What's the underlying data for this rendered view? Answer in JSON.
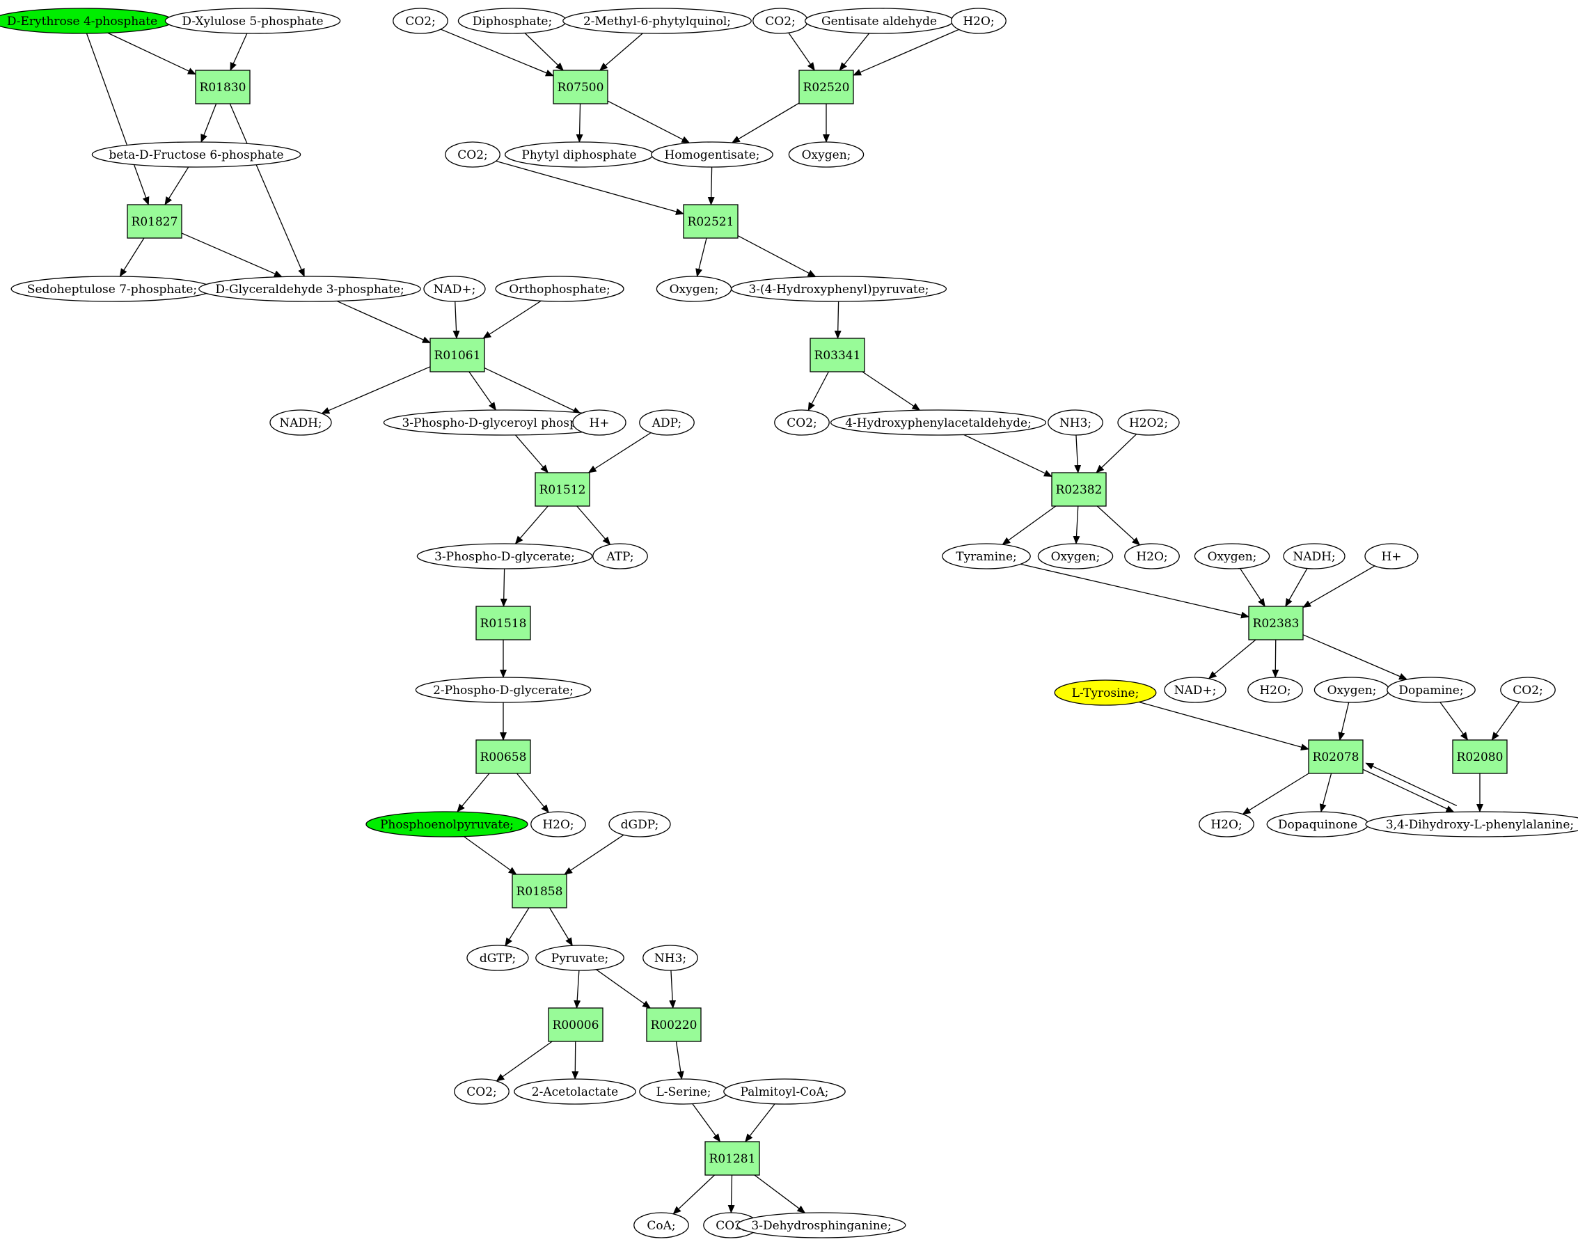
{
  "colors": {
    "reaction_fill": "#98fb98",
    "metabolite_fill": "#ffffff",
    "start_metabolite_fill": "#00ee00",
    "target_metabolite_fill": "#ffff00",
    "stroke": "#000000"
  },
  "reactions": [
    {
      "id": "r01830",
      "label": "R01830"
    },
    {
      "id": "r01827",
      "label": "R01827"
    },
    {
      "id": "r07500",
      "label": "R07500"
    },
    {
      "id": "r02520",
      "label": "R02520"
    },
    {
      "id": "r02521",
      "label": "R02521"
    },
    {
      "id": "r01061",
      "label": "R01061"
    },
    {
      "id": "r03341",
      "label": "R03341"
    },
    {
      "id": "r01512",
      "label": "R01512"
    },
    {
      "id": "r02382",
      "label": "R02382"
    },
    {
      "id": "r01518",
      "label": "R01518"
    },
    {
      "id": "r02383",
      "label": "R02383"
    },
    {
      "id": "r00658",
      "label": "R00658"
    },
    {
      "id": "r02078",
      "label": "R02078"
    },
    {
      "id": "r02080",
      "label": "R02080"
    },
    {
      "id": "r01858",
      "label": "R01858"
    },
    {
      "id": "r00006",
      "label": "R00006"
    },
    {
      "id": "r00220",
      "label": "R00220"
    },
    {
      "id": "r01281",
      "label": "R01281"
    }
  ],
  "metabolites": [
    {
      "id": "m1",
      "label": "D-Erythrose 4-phosphate",
      "role": "start"
    },
    {
      "id": "m2",
      "label": "D-Xylulose 5-phosphate",
      "role": "normal"
    },
    {
      "id": "m3",
      "label": "CO2;",
      "role": "normal"
    },
    {
      "id": "m4",
      "label": "Diphosphate;",
      "role": "normal"
    },
    {
      "id": "m5",
      "label": "2-Methyl-6-phytylquinol;",
      "role": "normal"
    },
    {
      "id": "m6",
      "label": "CO2;",
      "role": "normal"
    },
    {
      "id": "m7",
      "label": "Gentisate aldehyde",
      "role": "normal"
    },
    {
      "id": "m8",
      "label": "H2O;",
      "role": "normal"
    },
    {
      "id": "m9",
      "label": "beta-D-Fructose 6-phosphate",
      "role": "normal"
    },
    {
      "id": "m10",
      "label": "Phytyl diphosphate",
      "role": "normal"
    },
    {
      "id": "m11",
      "label": "Homogentisate;",
      "role": "normal"
    },
    {
      "id": "m12",
      "label": "Oxygen;",
      "role": "normal"
    },
    {
      "id": "m13",
      "label": "CO2;",
      "role": "normal"
    },
    {
      "id": "m14",
      "label": "Sedoheptulose 7-phosphate;",
      "role": "normal"
    },
    {
      "id": "m15",
      "label": "D-Glyceraldehyde 3-phosphate;",
      "role": "normal"
    },
    {
      "id": "m16",
      "label": "NAD+;",
      "role": "normal"
    },
    {
      "id": "m17",
      "label": "Orthophosphate;",
      "role": "normal"
    },
    {
      "id": "m18",
      "label": "Oxygen;",
      "role": "normal"
    },
    {
      "id": "m19",
      "label": "3-(4-Hydroxyphenyl)pyruvate;",
      "role": "normal"
    },
    {
      "id": "m20",
      "label": "NADH;",
      "role": "normal"
    },
    {
      "id": "m21",
      "label": "3-Phospho-D-glyceroyl phosphate;",
      "role": "normal"
    },
    {
      "id": "m22",
      "label": "H+",
      "role": "normal"
    },
    {
      "id": "m23",
      "label": "ADP;",
      "role": "normal"
    },
    {
      "id": "m24",
      "label": "CO2;",
      "role": "normal"
    },
    {
      "id": "m25",
      "label": "4-Hydroxyphenylacetaldehyde;",
      "role": "normal"
    },
    {
      "id": "m26",
      "label": "NH3;",
      "role": "normal"
    },
    {
      "id": "m27",
      "label": "H2O2;",
      "role": "normal"
    },
    {
      "id": "m28",
      "label": "3-Phospho-D-glycerate;",
      "role": "normal"
    },
    {
      "id": "m29",
      "label": "ATP;",
      "role": "normal"
    },
    {
      "id": "m30",
      "label": "Tyramine;",
      "role": "normal"
    },
    {
      "id": "m31",
      "label": "Oxygen;",
      "role": "normal"
    },
    {
      "id": "m32",
      "label": "H2O;",
      "role": "normal"
    },
    {
      "id": "m33",
      "label": "Oxygen;",
      "role": "normal"
    },
    {
      "id": "m34",
      "label": "NADH;",
      "role": "normal"
    },
    {
      "id": "m35",
      "label": "H+",
      "role": "normal"
    },
    {
      "id": "m36",
      "label": "2-Phospho-D-glycerate;",
      "role": "normal"
    },
    {
      "id": "m37",
      "label": "L-Tyrosine;",
      "role": "target"
    },
    {
      "id": "m38",
      "label": "NAD+;",
      "role": "normal"
    },
    {
      "id": "m39",
      "label": "H2O;",
      "role": "normal"
    },
    {
      "id": "m40",
      "label": "Oxygen;",
      "role": "normal"
    },
    {
      "id": "m41",
      "label": "Dopamine;",
      "role": "normal"
    },
    {
      "id": "m42",
      "label": "CO2;",
      "role": "normal"
    },
    {
      "id": "m43",
      "label": "Phosphoenolpyruvate;",
      "role": "start"
    },
    {
      "id": "m44",
      "label": "H2O;",
      "role": "normal"
    },
    {
      "id": "m45",
      "label": "dGDP;",
      "role": "normal"
    },
    {
      "id": "m46",
      "label": "H2O;",
      "role": "normal"
    },
    {
      "id": "m47",
      "label": "Dopaquinone",
      "role": "normal"
    },
    {
      "id": "m48",
      "label": "3,4-Dihydroxy-L-phenylalanine;",
      "role": "normal"
    },
    {
      "id": "m49",
      "label": "dGTP;",
      "role": "normal"
    },
    {
      "id": "m50",
      "label": "Pyruvate;",
      "role": "normal"
    },
    {
      "id": "m51",
      "label": "NH3;",
      "role": "normal"
    },
    {
      "id": "m52",
      "label": "CO2;",
      "role": "normal"
    },
    {
      "id": "m53",
      "label": "2-Acetolactate",
      "role": "normal"
    },
    {
      "id": "m54",
      "label": "L-Serine;",
      "role": "normal"
    },
    {
      "id": "m55",
      "label": "Palmitoyl-CoA;",
      "role": "normal"
    },
    {
      "id": "m56",
      "label": "CoA;",
      "role": "normal"
    },
    {
      "id": "m57",
      "label": "CO2;",
      "role": "normal"
    },
    {
      "id": "m58",
      "label": "3-Dehydrosphinganine;",
      "role": "normal"
    }
  ],
  "edges": [
    [
      "m1",
      "r01830"
    ],
    [
      "m2",
      "r01830"
    ],
    [
      "m1",
      "r01827"
    ],
    [
      "r01830",
      "m9"
    ],
    [
      "r01830",
      "m15"
    ],
    [
      "m9",
      "r01827"
    ],
    [
      "r01827",
      "m14"
    ],
    [
      "r01827",
      "m15"
    ],
    [
      "m3",
      "r07500"
    ],
    [
      "m4",
      "r07500"
    ],
    [
      "m5",
      "r07500"
    ],
    [
      "r07500",
      "m10"
    ],
    [
      "r07500",
      "m11"
    ],
    [
      "m6",
      "r02520"
    ],
    [
      "m7",
      "r02520"
    ],
    [
      "m8",
      "r02520"
    ],
    [
      "r02520",
      "m11"
    ],
    [
      "r02520",
      "m12"
    ],
    [
      "m13",
      "r02521"
    ],
    [
      "m11",
      "r02521"
    ],
    [
      "r02521",
      "m18"
    ],
    [
      "r02521",
      "m19"
    ],
    [
      "m15",
      "r01061"
    ],
    [
      "m16",
      "r01061"
    ],
    [
      "m17",
      "r01061"
    ],
    [
      "r01061",
      "m20"
    ],
    [
      "r01061",
      "m21"
    ],
    [
      "r01061",
      "m22"
    ],
    [
      "m19",
      "r03341"
    ],
    [
      "r03341",
      "m24"
    ],
    [
      "r03341",
      "m25"
    ],
    [
      "m21",
      "r01512"
    ],
    [
      "m23",
      "r01512"
    ],
    [
      "r01512",
      "m28"
    ],
    [
      "r01512",
      "m29"
    ],
    [
      "m25",
      "r02382"
    ],
    [
      "m26",
      "r02382"
    ],
    [
      "m27",
      "r02382"
    ],
    [
      "r02382",
      "m30"
    ],
    [
      "r02382",
      "m31"
    ],
    [
      "r02382",
      "m32"
    ],
    [
      "m28",
      "r01518"
    ],
    [
      "r01518",
      "m36"
    ],
    [
      "m30",
      "r02383"
    ],
    [
      "m33",
      "r02383"
    ],
    [
      "m34",
      "r02383"
    ],
    [
      "m35",
      "r02383"
    ],
    [
      "r02383",
      "m38"
    ],
    [
      "r02383",
      "m39"
    ],
    [
      "r02383",
      "m41"
    ],
    [
      "m36",
      "r00658"
    ],
    [
      "r00658",
      "m43"
    ],
    [
      "r00658",
      "m44"
    ],
    [
      "m37",
      "r02078"
    ],
    [
      "m40",
      "r02078"
    ],
    [
      "r02078",
      "m46"
    ],
    [
      "r02078",
      "m47"
    ],
    [
      "r02078",
      "m48"
    ],
    [
      "m48",
      "r02078"
    ],
    [
      "m41",
      "r02080"
    ],
    [
      "m42",
      "r02080"
    ],
    [
      "r02080",
      "m48"
    ],
    [
      "m43",
      "r01858"
    ],
    [
      "m45",
      "r01858"
    ],
    [
      "r01858",
      "m49"
    ],
    [
      "r01858",
      "m50"
    ],
    [
      "m50",
      "r00006"
    ],
    [
      "m50",
      "r00220"
    ],
    [
      "m51",
      "r00220"
    ],
    [
      "r00006",
      "m52"
    ],
    [
      "r00006",
      "m53"
    ],
    [
      "r00220",
      "m54"
    ],
    [
      "m54",
      "r01281"
    ],
    [
      "m55",
      "r01281"
    ],
    [
      "r01281",
      "m56"
    ],
    [
      "r01281",
      "m57"
    ],
    [
      "r01281",
      "m58"
    ]
  ]
}
